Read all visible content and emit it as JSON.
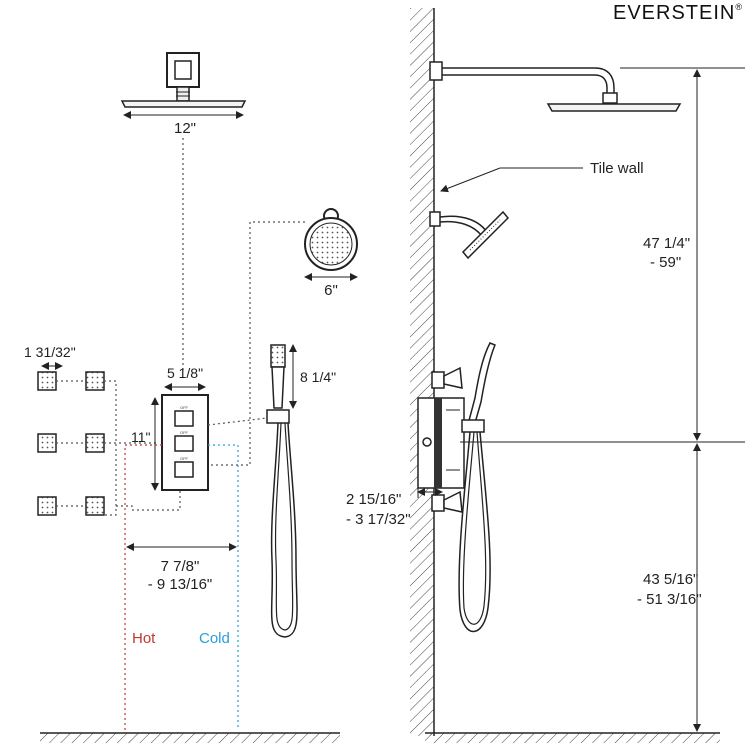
{
  "brand": {
    "name": "EVERSTEIN",
    "mark": "®"
  },
  "labels": {
    "rain_head_width": "12\"",
    "handheld_head_width": "6\"",
    "body_jet_spacing": "1 31/32\"",
    "valve_width": "5 1/8\"",
    "valve_height": "11\"",
    "handshower_length": "8 1/4\"",
    "supply_spacing_1": "7 7/8\"",
    "supply_spacing_2": "- 9 13/16\"",
    "hot": "Hot",
    "cold": "Cold",
    "tile_wall": "Tile wall",
    "head_height_1": "47 1/4\"",
    "head_height_2": "- 59\"",
    "valve_depth_1": "2 15/16\"",
    "valve_depth_2": "- 3 17/32\"",
    "valve_height_1": "43 5/16\"",
    "valve_height_2": "- 51 3/16\""
  },
  "colors": {
    "line": "#222222",
    "hot": "#c0392b",
    "cold": "#2a9fd6",
    "dotted": "#555555"
  },
  "icons": [
    "rain-shower-head-icon",
    "handheld-shower-head-icon",
    "body-jet-icon",
    "thermostatic-valve-icon",
    "hand-shower-icon",
    "wall-hatch-icon"
  ]
}
